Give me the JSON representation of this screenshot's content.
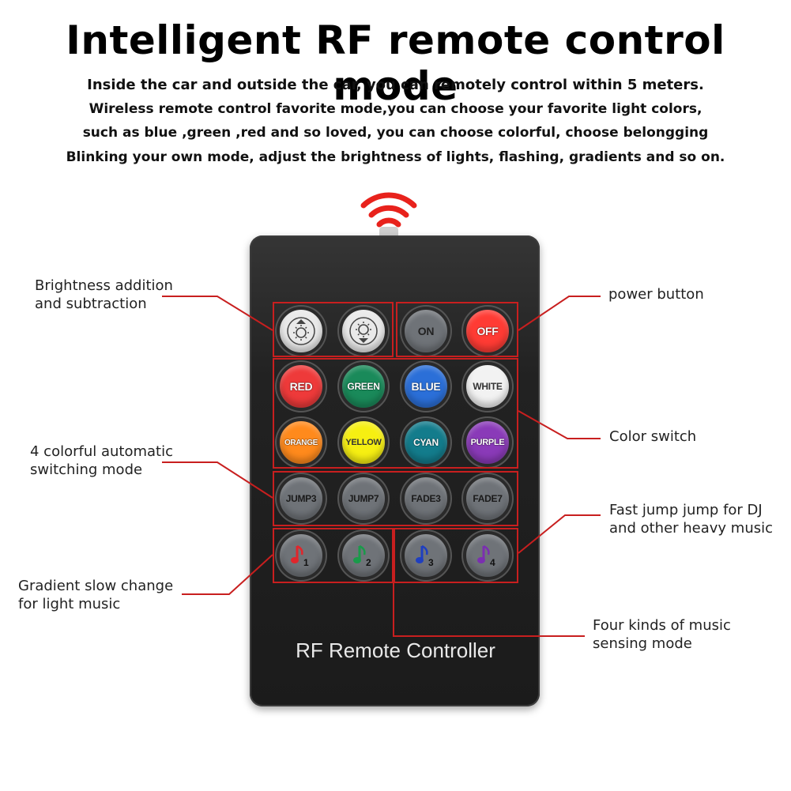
{
  "heading": {
    "title": "Intelligent RF remote control mode",
    "lines": [
      "Inside the car and outside the car, you can remotely control within 5 meters.",
      "Wireless remote control favorite mode,you can choose your favorite light colors,",
      "such as blue ,green ,red and so loved, you can choose colorful, choose belongging",
      "Blinking your own mode, adjust the brightness of lights, flashing, gradients and so on."
    ]
  },
  "remote": {
    "label": "RF Remote Controller",
    "signal_icon": "wireless-signal-icon",
    "rows": [
      {
        "buttons": [
          {
            "label": "",
            "icon": "brightness-up-icon",
            "color": "#e9e9e9"
          },
          {
            "label": "",
            "icon": "brightness-down-icon",
            "color": "#e9e9e9"
          },
          {
            "label": "ON",
            "color": "#6f7378"
          },
          {
            "label": "OFF",
            "color": "#ff3b34"
          }
        ]
      },
      {
        "buttons": [
          {
            "label": "RED",
            "color": "#ee3a3a"
          },
          {
            "label": "GREEN",
            "color": "#1a8a5a"
          },
          {
            "label": "BLUE",
            "color": "#2b6fd8"
          },
          {
            "label": "WHITE",
            "color": "#f2f2f2"
          }
        ]
      },
      {
        "buttons": [
          {
            "label": "ORANGE",
            "color": "#ff8a1c"
          },
          {
            "label": "YELLOW",
            "color": "#f6ef12"
          },
          {
            "label": "CYAN",
            "color": "#137c8c"
          },
          {
            "label": "PURPLE",
            "color": "#8a3ab8"
          }
        ]
      },
      {
        "buttons": [
          {
            "label": "JUMP3",
            "color": "#6f7378"
          },
          {
            "label": "JUMP7",
            "color": "#6f7378"
          },
          {
            "label": "FADE3",
            "color": "#6f7378"
          },
          {
            "label": "FADE7",
            "color": "#6f7378"
          }
        ]
      },
      {
        "buttons": [
          {
            "label": "1",
            "icon": "music-note-icon",
            "note_color": "#e0262c",
            "color": "#6f7378"
          },
          {
            "label": "2",
            "icon": "music-note-icon",
            "note_color": "#1a9a4a",
            "color": "#6f7378"
          },
          {
            "label": "3",
            "icon": "music-note-icon",
            "note_color": "#1f3fbf",
            "color": "#6f7378"
          },
          {
            "label": "4",
            "icon": "music-note-icon",
            "note_color": "#7b2fb0",
            "color": "#6f7378"
          }
        ]
      }
    ]
  },
  "callouts": {
    "brightness": [
      "Brightness addition",
      "and subtraction"
    ],
    "power": [
      "power button"
    ],
    "color_switch": [
      "Color switch"
    ],
    "auto_mode": [
      "4 colorful automatic",
      "switching mode"
    ],
    "fast_jump": [
      "Fast jump jump for DJ",
      "and other heavy music"
    ],
    "gradient": [
      "Gradient slow change",
      "for light music"
    ],
    "music": [
      "Four kinds of music",
      "sensing mode"
    ]
  },
  "colors": {
    "accent": "#c81f1f"
  }
}
